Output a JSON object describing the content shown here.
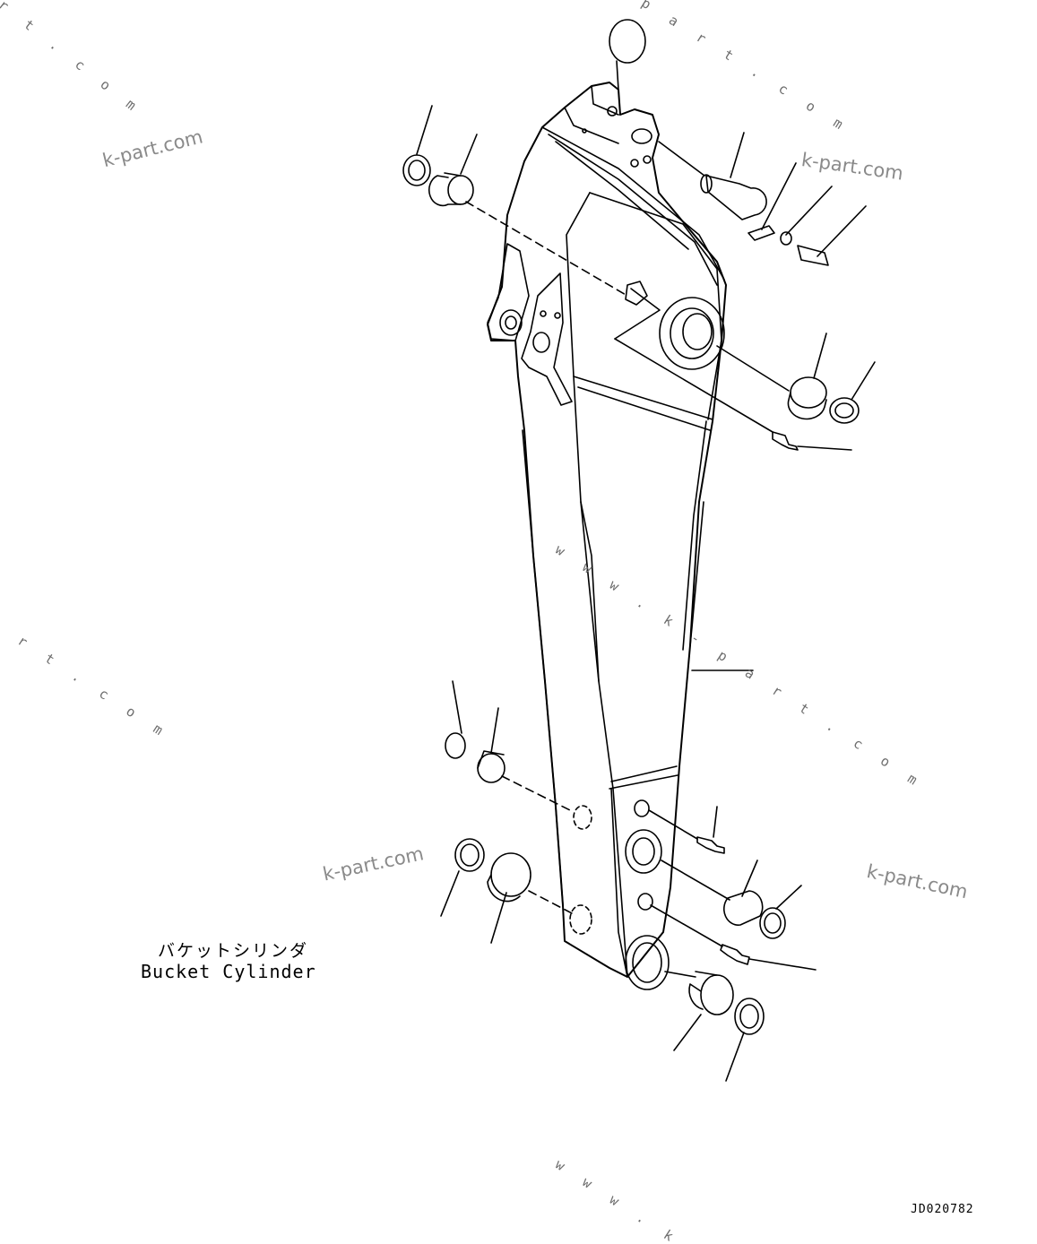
{
  "callout": {
    "label_jp": "バケットシリンダ",
    "label_en": "Bucket Cylinder"
  },
  "drawing_number": "JD020782",
  "watermarks": {
    "site": "k-part.com",
    "diagonal_full": "w w w . k - p a r t . c o m",
    "diagonal_tail": "p a r t . c o m",
    "edge_tail_a": "r t . c o m",
    "edge_tail_b": "a r t . c o m",
    "edge_bottom": "w w w . k - p a"
  },
  "colors": {
    "line": "#000000",
    "watermark": "#8a8a8a"
  }
}
